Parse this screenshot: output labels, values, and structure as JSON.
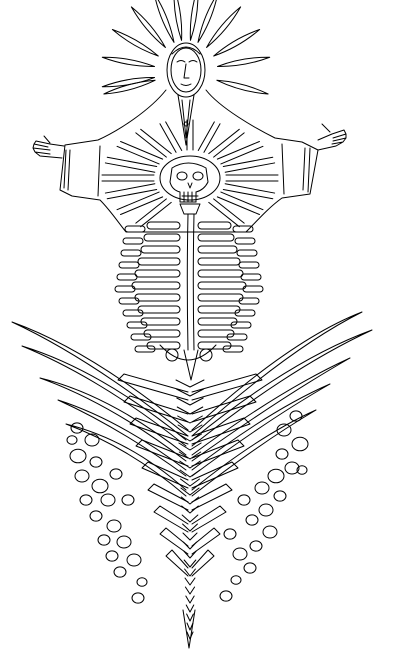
{
  "figure": {
    "kind": "line-art illustration",
    "stroke_color": "#000000",
    "background_color": "#ffffff",
    "parts": [
      "halo-sun-rays",
      "face",
      "arms-with-hands",
      "robe-with-sun-rays",
      "skull",
      "ribcage-spine",
      "maguey-leaves",
      "bubbles"
    ]
  }
}
